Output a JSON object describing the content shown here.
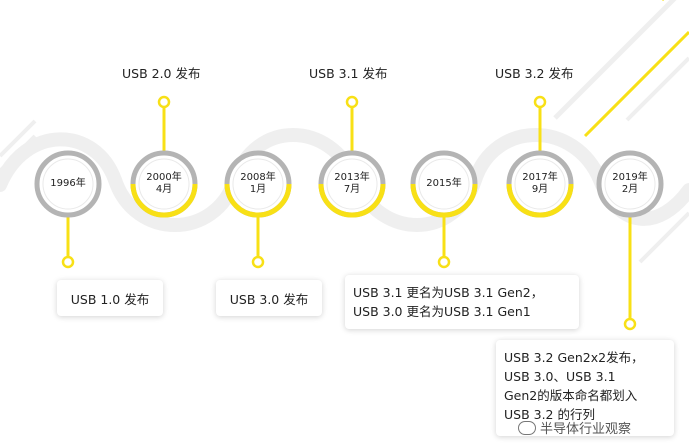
{
  "colors": {
    "accent": "#f8e016",
    "ring": "#b4b4b4",
    "wave": "#efefef",
    "text": "#222222"
  },
  "circles": [
    {
      "lines": [
        "1996年"
      ],
      "accent": false
    },
    {
      "lines": [
        "2000年",
        "4月"
      ],
      "accent": true
    },
    {
      "lines": [
        "2008年",
        "1月"
      ],
      "accent": true
    },
    {
      "lines": [
        "2013年",
        "7月"
      ],
      "accent": true
    },
    {
      "lines": [
        "2015年"
      ],
      "accent": true
    },
    {
      "lines": [
        "2017年",
        "9月"
      ],
      "accent": true
    },
    {
      "lines": [
        "2019年",
        "2月"
      ],
      "accent": false
    }
  ],
  "events": {
    "usb10": "USB 1.0 发布",
    "usb20": "USB 2.0 发布",
    "usb30": "USB 3.0 发布",
    "usb31": "USB 3.1 发布",
    "usb32": "USB 3.2 发布",
    "rename2015": [
      "USB 3.1 更名为USB 3.1 Gen2，",
      "USB 3.0 更名为USB 3.1 Gen1"
    ],
    "rename2019": [
      "USB 3.2 Gen2x2发布，",
      "USB 3.0、USB 3.1",
      "Gen2的版本命名都划入",
      "USB 3.2 的行列"
    ]
  },
  "watermark": "半导体行业观察"
}
